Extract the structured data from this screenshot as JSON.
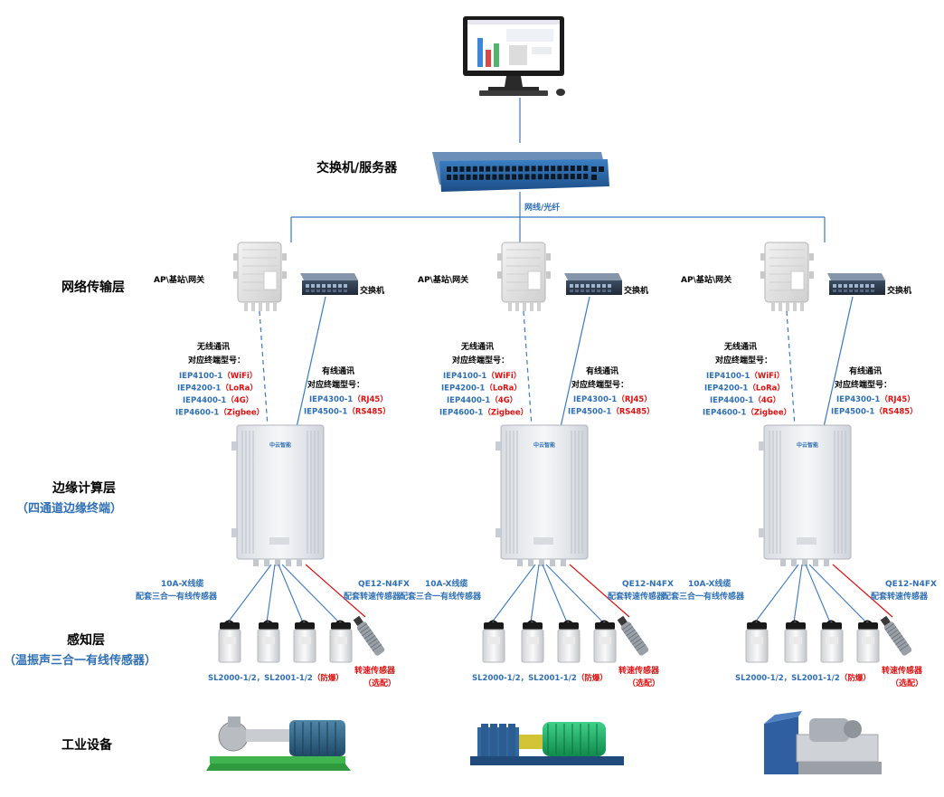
{
  "server_label": "交换机/服务器",
  "trunk_label": "网线/光纤",
  "layers": {
    "network": "网络传输层",
    "edge": "边缘计算层",
    "edge_sub": "（四通道边缘终端）",
    "sensing": "感知层",
    "sensing_sub": "（温振声三合一有线传感器）",
    "equipment": "工业设备"
  },
  "ap_label": "AP\\基站\\网关",
  "switch_label": "交换机",
  "wireless": {
    "title1": "无线通讯",
    "title2": "对应终端型号：",
    "models": [
      {
        "model": "IEP4100-1",
        "proto": "（WiFi）"
      },
      {
        "model": "IEP4200-1",
        "proto": "（LoRa）"
      },
      {
        "model": "IEP4400-1",
        "proto": "（4G）"
      },
      {
        "model": "IEP4600-1",
        "proto": "（Zigbee）"
      }
    ]
  },
  "wired": {
    "title1": "有线通讯",
    "title2": "对应终端型号：",
    "models": [
      {
        "model": "IEP4300-1",
        "proto": "（RJ45）"
      },
      {
        "model": "IEP4500-1",
        "proto": "（RS485）"
      }
    ]
  },
  "cable_left": {
    "line1": "10A-X线缆",
    "line2": "配套三合一有线传感器"
  },
  "cable_right": {
    "line1": "QE12-N4FX",
    "line2": "配套转速传感器"
  },
  "sensor_models": {
    "a": "SL2000-1/2，SL2001-1/2",
    "b": "（防爆）"
  },
  "speed_sensor": {
    "line1": "转速传感器",
    "line2": "（选配）"
  },
  "terminal_brand": "中云智能",
  "colors": {
    "blue": "#2f6fb5",
    "red": "#e01010",
    "line_blue": "#3a78c2"
  }
}
